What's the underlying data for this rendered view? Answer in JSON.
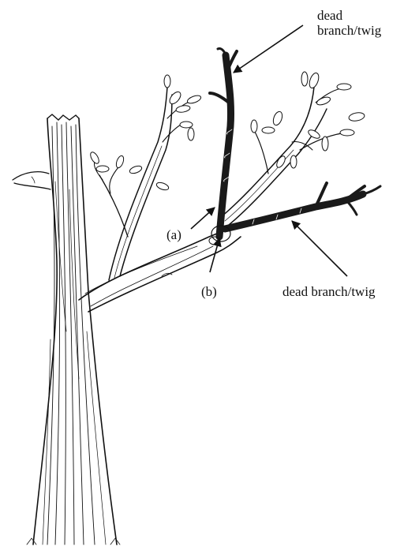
{
  "labels": {
    "dead_top_line1": "dead",
    "dead_top_line2": "branch/twig",
    "dead_right": "dead branch/twig",
    "a": "(a)",
    "b": "(b)"
  },
  "colors": {
    "ink": "#111111",
    "background": "#ffffff",
    "dead_wood": "#1a1a1a"
  }
}
